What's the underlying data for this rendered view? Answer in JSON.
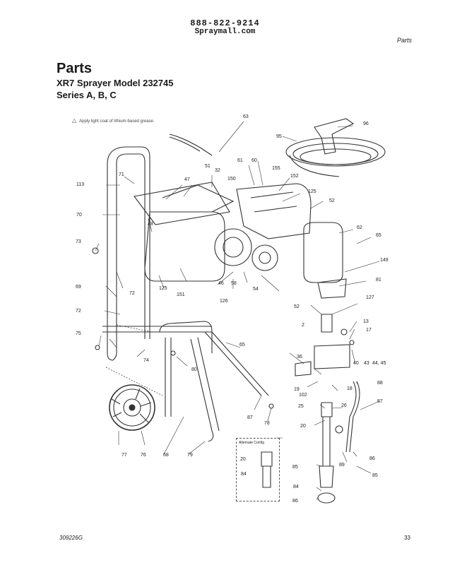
{
  "header": {
    "phone": "888-822-9214",
    "website": "Spraymall.com",
    "section": "Parts"
  },
  "title": "Parts",
  "subtitle": "XR7 Sprayer Model 232745",
  "series": "Series A, B, C",
  "note": "Apply light coat of lithium-based grease.",
  "alt_config": "Alternate Config",
  "footer": {
    "doc_number": "309226G",
    "page_number": "33"
  },
  "callouts": [
    {
      "id": "c63",
      "text": "63"
    },
    {
      "id": "c96",
      "text": "96"
    },
    {
      "id": "c95",
      "text": "95"
    },
    {
      "id": "c61",
      "text": "61"
    },
    {
      "id": "c60",
      "text": "60"
    },
    {
      "id": "c51",
      "text": "51"
    },
    {
      "id": "c32",
      "text": "32"
    },
    {
      "id": "c155",
      "text": "155"
    },
    {
      "id": "c150",
      "text": "150"
    },
    {
      "id": "c152",
      "text": "152"
    },
    {
      "id": "c125a",
      "text": "125"
    },
    {
      "id": "c113",
      "text": "113"
    },
    {
      "id": "c71",
      "text": "71"
    },
    {
      "id": "c47",
      "text": "47"
    },
    {
      "id": "c52a",
      "text": "52"
    },
    {
      "id": "c70",
      "text": "70"
    },
    {
      "id": "c48",
      "text": "48"
    },
    {
      "id": "c62",
      "text": "62"
    },
    {
      "id": "c65a",
      "text": "65"
    },
    {
      "id": "c73",
      "text": "73"
    },
    {
      "id": "c149",
      "text": "149"
    },
    {
      "id": "c72a",
      "text": "72"
    },
    {
      "id": "c125b",
      "text": "125"
    },
    {
      "id": "c151",
      "text": "151"
    },
    {
      "id": "c46",
      "text": "46"
    },
    {
      "id": "c58",
      "text": "58"
    },
    {
      "id": "c81",
      "text": "81"
    },
    {
      "id": "c69",
      "text": "69"
    },
    {
      "id": "c126",
      "text": "126"
    },
    {
      "id": "c54",
      "text": "54"
    },
    {
      "id": "c52b",
      "text": "52"
    },
    {
      "id": "c127",
      "text": "127"
    },
    {
      "id": "c72b",
      "text": "72"
    },
    {
      "id": "c2",
      "text": "2"
    },
    {
      "id": "c13",
      "text": "13"
    },
    {
      "id": "c17",
      "text": "17"
    },
    {
      "id": "c75",
      "text": "75"
    },
    {
      "id": "c74",
      "text": "74"
    },
    {
      "id": "c65b",
      "text": "65"
    },
    {
      "id": "c36",
      "text": "36"
    },
    {
      "id": "c40",
      "text": "40"
    },
    {
      "id": "c43",
      "text": "43"
    },
    {
      "id": "c4445",
      "text": "44, 45"
    },
    {
      "id": "c80",
      "text": "80"
    },
    {
      "id": "c102",
      "text": "102"
    },
    {
      "id": "c19",
      "text": "19"
    },
    {
      "id": "c18",
      "text": "18"
    },
    {
      "id": "c88",
      "text": "88"
    },
    {
      "id": "c87a",
      "text": "87"
    },
    {
      "id": "c25a",
      "text": "25"
    },
    {
      "id": "c26",
      "text": "26"
    },
    {
      "id": "c87b",
      "text": "87"
    },
    {
      "id": "c78",
      "text": "78"
    },
    {
      "id": "c20a",
      "text": "20"
    },
    {
      "id": "c20b",
      "text": "20"
    },
    {
      "id": "c77",
      "text": "77"
    },
    {
      "id": "c76",
      "text": "76"
    },
    {
      "id": "c68",
      "text": "68"
    },
    {
      "id": "c79",
      "text": "79"
    },
    {
      "id": "c86a",
      "text": "86"
    },
    {
      "id": "c85a",
      "text": "85"
    },
    {
      "id": "c89",
      "text": "89"
    },
    {
      "id": "c84a",
      "text": "84"
    },
    {
      "id": "c85b",
      "text": "85"
    },
    {
      "id": "c84b",
      "text": "84"
    },
    {
      "id": "c86b",
      "text": "86"
    }
  ]
}
